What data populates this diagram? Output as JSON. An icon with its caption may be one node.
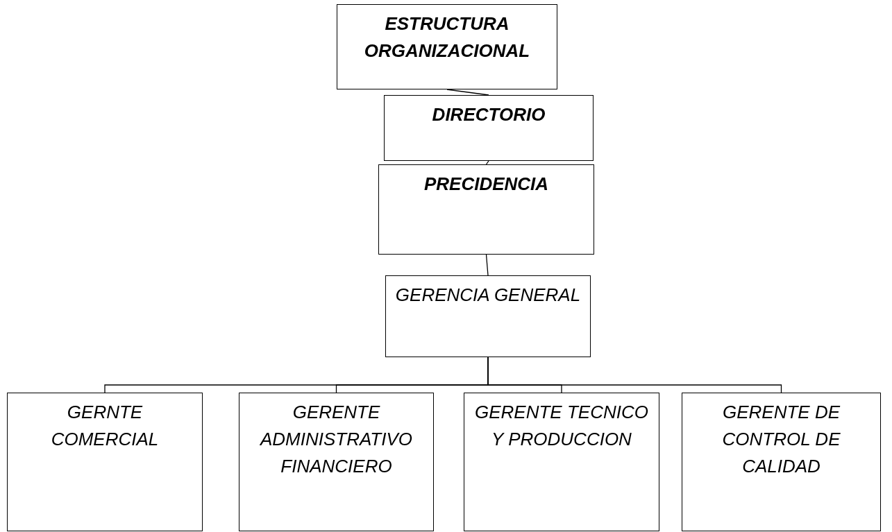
{
  "diagram": {
    "nodes": [
      {
        "text": [
          "ESTRUCTURA ORGANIZACIONAL"
        ]
      },
      {
        "text": [
          "DIRECTORIO"
        ]
      },
      {
        "text": [
          "PRECIDENCIA"
        ]
      },
      {
        "text": [
          "GERENCIA GENERAL"
        ]
      },
      {
        "text": [
          "GERNTE COMERCIAL"
        ]
      },
      {
        "text": [
          "GERENTE ADMINISTRATIVO FINANCIERO"
        ]
      },
      {
        "text": [
          "GERENTE TECNICO Y PRODUCCION"
        ]
      },
      {
        "text": [
          "GERENTE DE CONTROL DE CALIDAD"
        ]
      }
    ],
    "edges": [
      {
        "from": 0,
        "to": 1,
        "arrow": "none"
      },
      {
        "from": 1,
        "to": 2,
        "arrow": "none"
      },
      {
        "from": 2,
        "to": 3,
        "arrow": "none"
      },
      {
        "from": 3,
        "to": 4,
        "arrow": "none"
      },
      {
        "from": 3,
        "to": 5,
        "arrow": "none"
      },
      {
        "from": 3,
        "to": 6,
        "arrow": "none"
      },
      {
        "from": 3,
        "to": 7,
        "arrow": "none"
      }
    ]
  }
}
